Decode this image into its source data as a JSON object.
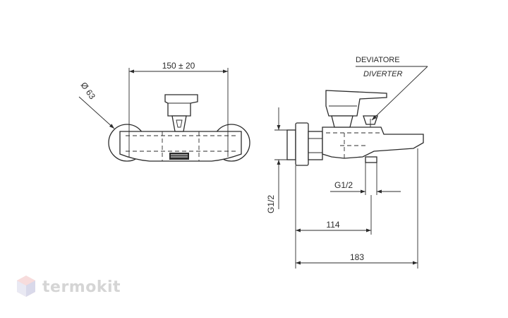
{
  "dimensions": {
    "width_label": "150 ± 20",
    "diameter_label": "Ø 63",
    "inlet_label": "G1/2",
    "outlet_label": "G1/2",
    "depth_114": "114",
    "depth_183": "183"
  },
  "callout": {
    "line1": "DEVIATORE",
    "line2": "DIVERTER"
  },
  "brand": {
    "name": "termokit",
    "color": "#e0e0e0",
    "logo_icon": "hexagon-cube-logo-icon"
  }
}
